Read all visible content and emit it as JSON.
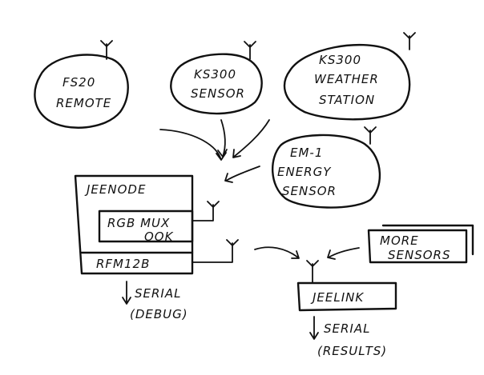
{
  "nodes": {
    "fs20": {
      "line1": "FS20",
      "line2": "REMOTE"
    },
    "ks300_sensor": {
      "line1": "KS300",
      "line2": "SENSOR"
    },
    "ks300_station": {
      "line1": "KS300",
      "line2": "WEATHER",
      "line3": "STATION"
    },
    "em1": {
      "line1": "EM-1",
      "line2": "ENERGY",
      "line3": "SENSOR"
    },
    "jeenode": {
      "title": "JEENODE",
      "inner_line1": "RGB MUX",
      "inner_line2": "OOK",
      "bottom": "RFM12B"
    },
    "more_sensors": {
      "line1": "MORE",
      "line2": "SENSORS"
    },
    "jeelink": {
      "label": "JEELINK"
    }
  },
  "outputs": {
    "jeenode_serial": {
      "line1": "SERIAL",
      "line2": "(DEBUG)"
    },
    "jeelink_serial": {
      "line1": "SERIAL",
      "line2": "(RESULTS)"
    }
  }
}
